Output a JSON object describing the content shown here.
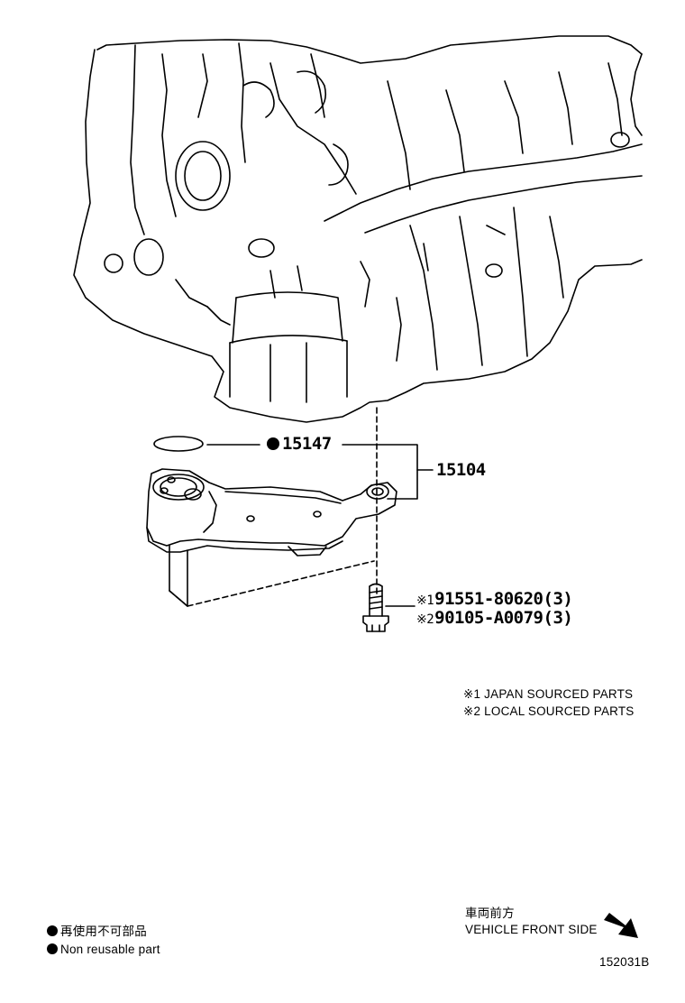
{
  "callouts": {
    "oring": "15147",
    "assembly": "15104",
    "bolt_line1_mark": "※1",
    "bolt_line1": "91551-80620(3)",
    "bolt_line2_mark": "※2",
    "bolt_line2": "90105-A0079(3)"
  },
  "notes": {
    "line1": "※1 JAPAN SOURCED PARTS",
    "line2": "※2 LOCAL SOURCED PARTS"
  },
  "legend": {
    "jp": "再使用不可部品",
    "en": "Non  reusable part"
  },
  "direction": {
    "jp": "車両前方",
    "en": "VEHICLE FRONT SIDE"
  },
  "figure_code": "152031B"
}
